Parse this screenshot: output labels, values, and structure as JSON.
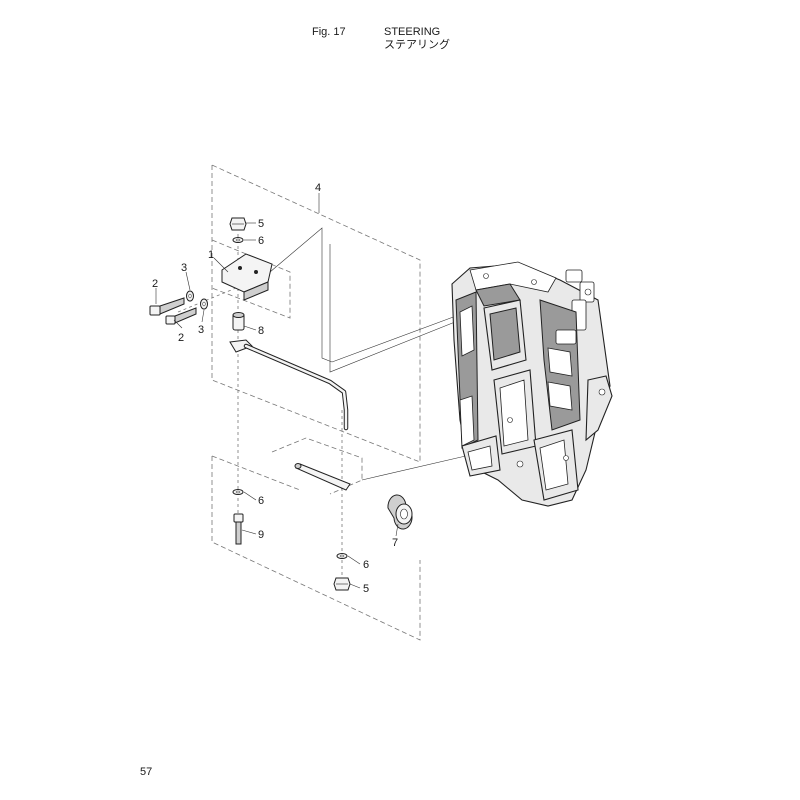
{
  "header": {
    "fig_label": "Fig. 17",
    "title": "STEERING",
    "subtitle": "ステアリング"
  },
  "page_number": "57",
  "callouts": {
    "c1": "1",
    "c2a": "2",
    "c2b": "2",
    "c3a": "3",
    "c3b": "3",
    "c4": "4",
    "c5a": "5",
    "c5b": "5",
    "c6a": "6",
    "c6b": "6",
    "c6c": "6",
    "c7": "7",
    "c8": "8",
    "c9": "9"
  }
}
